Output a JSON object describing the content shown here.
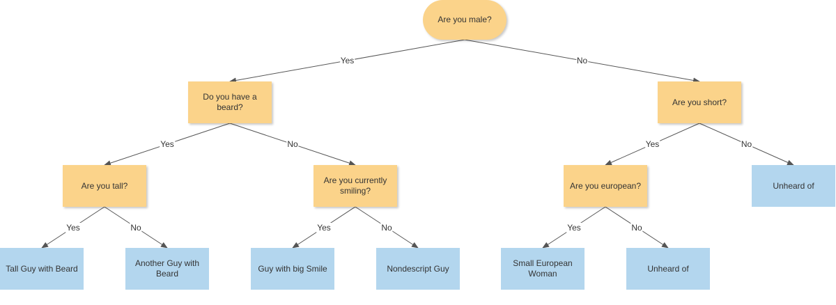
{
  "colors": {
    "decision": "#fbd38a",
    "leaf": "#b3d6ee",
    "edge": "#555555"
  },
  "nodes": {
    "root": "Are you male?",
    "beard_q": "Do you have a beard?",
    "short_q": "Are you short?",
    "tall_q": "Are you tall?",
    "smiling_q": "Are you currently smiling?",
    "european_q": "Are you european?",
    "unheard_1": "Unheard of",
    "tall_beard": "Tall Guy with Beard",
    "another_beard": "Another Guy with Beard",
    "big_smile": "Guy with big Smile",
    "nondescript": "Nondescript Guy",
    "small_european": "Small European Woman",
    "unheard_2": "Unheard of"
  },
  "edges": [
    {
      "from": "root",
      "to": "beard_q",
      "label": "Yes"
    },
    {
      "from": "root",
      "to": "short_q",
      "label": "No"
    },
    {
      "from": "beard_q",
      "to": "tall_q",
      "label": "Yes"
    },
    {
      "from": "beard_q",
      "to": "smiling_q",
      "label": "No"
    },
    {
      "from": "short_q",
      "to": "european_q",
      "label": "Yes"
    },
    {
      "from": "short_q",
      "to": "unheard_1",
      "label": "No"
    },
    {
      "from": "tall_q",
      "to": "tall_beard",
      "label": "Yes"
    },
    {
      "from": "tall_q",
      "to": "another_beard",
      "label": "No"
    },
    {
      "from": "smiling_q",
      "to": "big_smile",
      "label": "Yes"
    },
    {
      "from": "smiling_q",
      "to": "nondescript",
      "label": "No"
    },
    {
      "from": "european_q",
      "to": "small_european",
      "label": "Yes"
    },
    {
      "from": "european_q",
      "to": "unheard_2",
      "label": "No"
    }
  ]
}
